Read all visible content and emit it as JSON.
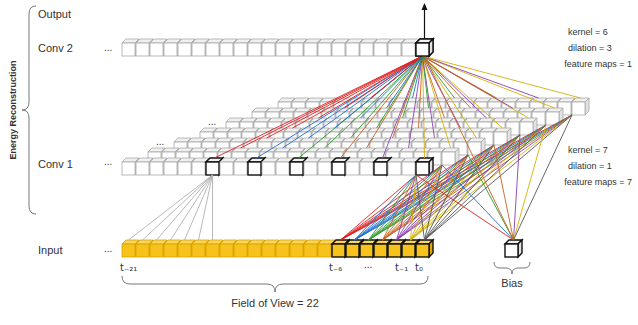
{
  "diagram": {
    "labels": [
      "Output",
      "Conv 2",
      "Conv 1",
      "Input",
      "Energy Reconstruction",
      "kernel = 6",
      "dilation = 3",
      "feature maps = 1",
      "kernel = 7",
      "dilation = 1",
      "feature maps = 7",
      "...",
      "...",
      "...",
      "...",
      "...",
      "t₋₂₁",
      "t₋₆",
      "...",
      "t₋₁",
      "t₀",
      "Field of View = 22",
      "Bias"
    ]
  }
}
